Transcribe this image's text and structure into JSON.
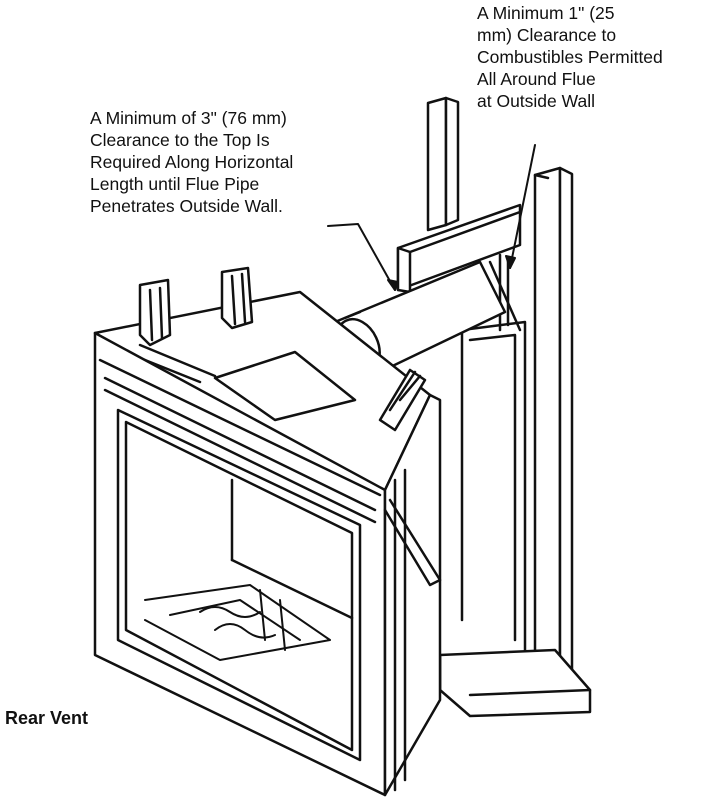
{
  "callouts": {
    "flue_wall_clearance": "A Minimum 1\" (25\nmm) Clearance to\nCombustibles Permitted\nAll Around Flue\nat Outside Wall",
    "top_clearance": "A Minimum of 3\" (76 mm)\nClearance to the Top Is\nRequired Along Horizontal\nLength until Flue Pipe\nPenetrates Outside Wall."
  },
  "caption": "Rear Vent",
  "colors": {
    "line": "#111111",
    "background": "#ffffff"
  }
}
